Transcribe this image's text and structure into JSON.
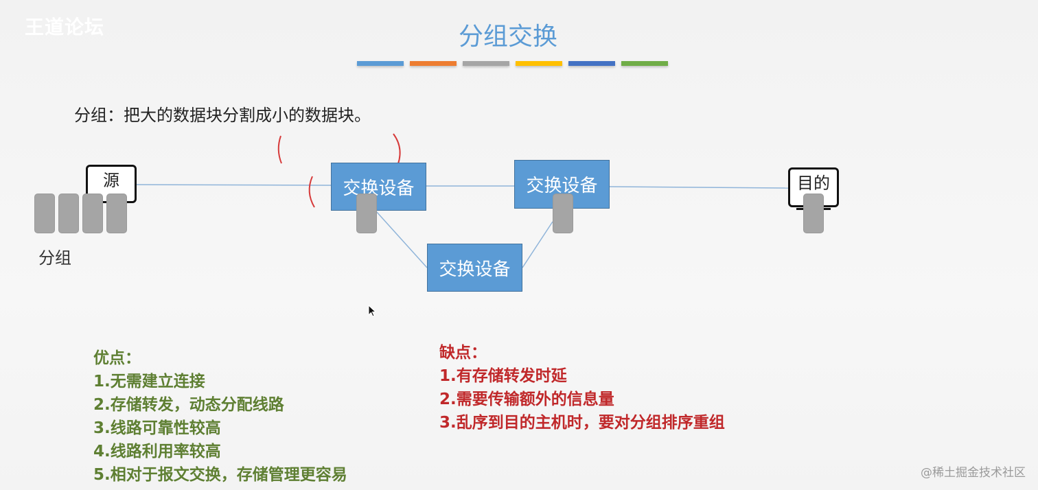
{
  "watermark": "王道论坛",
  "title": "分组交换",
  "accent_stripes": [
    "#5b9bd5",
    "#ed7d31",
    "#a5a5a5",
    "#ffc000",
    "#4472c4",
    "#70ad47"
  ],
  "definition": "分组：把大的数据块分割成小的数据块。",
  "diagram": {
    "source_label": "源",
    "packets_label": "分组",
    "switch_label_1": "交换设备",
    "switch_label_2": "交换设备",
    "switch_label_3": "交换设备",
    "destination_label": "目的"
  },
  "advantages": {
    "heading": "优点：",
    "items": [
      "1.无需建立连接",
      "2.存储转发，动态分配线路",
      "3.线路可靠性较高",
      "4.线路利用率较高",
      "5.相对于报文交换，存储管理更容易"
    ]
  },
  "disadvantages": {
    "heading": "缺点：",
    "items": [
      "1.有存储转发时延",
      "2.需要传输额外的信息量",
      "3.乱序到目的主机时，要对分组排序重组"
    ]
  },
  "credit": "@稀土掘金技术社区"
}
